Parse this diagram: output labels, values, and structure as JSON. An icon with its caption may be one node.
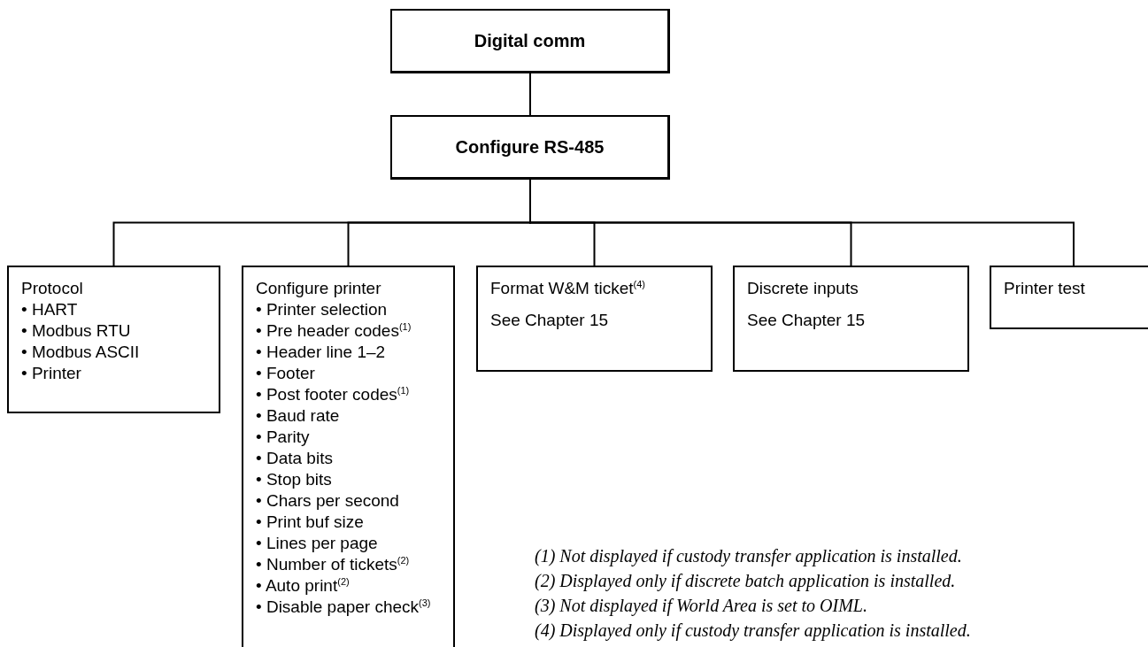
{
  "diagram": {
    "nodes": [
      {
        "text": [
          "Digital comm"
        ]
      },
      {
        "text": [
          "Configure RS-485"
        ]
      },
      {
        "text": [
          "Protocol",
          "• HART",
          "• Modbus RTU",
          "• Modbus ASCII",
          "• Printer"
        ]
      },
      {
        "text": [
          "Configure printer",
          "• Printer selection",
          "• Pre header codes$^{(1)}$",
          "• Header line 1–2",
          "• Footer",
          "• Post footer codes$^{(1)}$",
          "• Baud rate",
          "• Parity",
          "• Data bits",
          "• Stop bits",
          "• Chars per second",
          "• Print buf size",
          "• Lines per page",
          "• Number of tickets$^{(2)}$",
          "• Auto print$^{(2)}$",
          "• Disable paper check$^{(3)}$"
        ]
      },
      {
        "text": [
          "Format W&M ticket$^{(4)}$",
          "See Chapter 15"
        ]
      },
      {
        "text": [
          "Discrete inputs",
          "See Chapter 15"
        ]
      },
      {
        "text": [
          "Printer test"
        ]
      }
    ],
    "edges": [
      {
        "from": 0,
        "to": 1,
        "arrow": "none"
      },
      {
        "from": 1,
        "to": 2,
        "arrow": "none"
      },
      {
        "from": 1,
        "to": 3,
        "arrow": "none"
      },
      {
        "from": 1,
        "to": 4,
        "arrow": "none"
      },
      {
        "from": 1,
        "to": 5,
        "arrow": "none"
      },
      {
        "from": 1,
        "to": 6,
        "arrow": "none"
      }
    ],
    "labels": [
      "(1) Not displayed if custody transfer application is installed.",
      "(2) Displayed only if discrete batch application is installed.",
      "(3) Not displayed if World Area is set to OIML.",
      "(4) Displayed only if custody transfer application is installed."
    ]
  }
}
